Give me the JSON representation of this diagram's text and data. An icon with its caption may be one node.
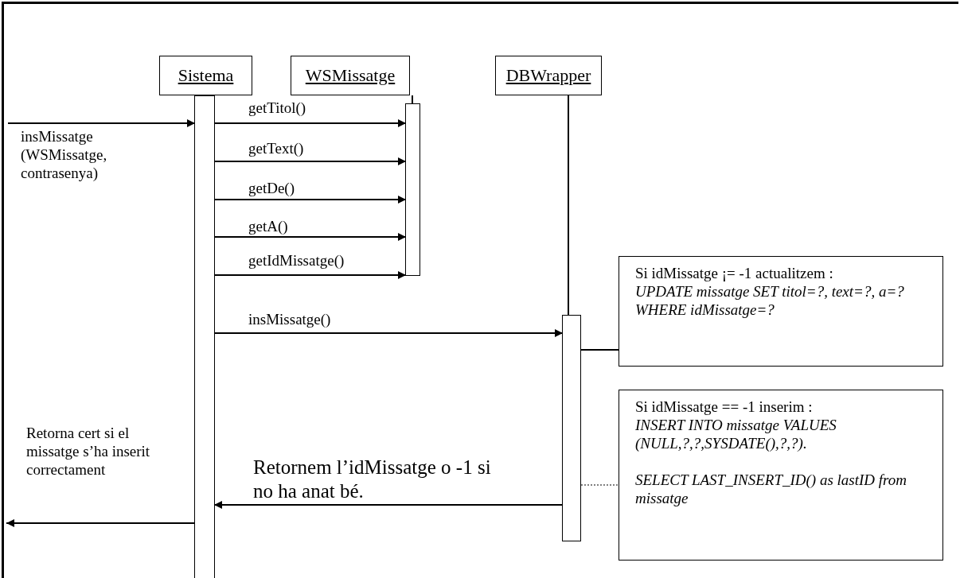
{
  "diagram": {
    "nodes": [
      {
        "text": [
          "Sistema"
        ]
      },
      {
        "text": [
          "WSMissatge"
        ]
      },
      {
        "text": [
          "DBWrapper"
        ]
      },
      {
        "text": [],
        "shape": "bar"
      },
      {
        "text": [],
        "shape": "bar"
      },
      {
        "text": [],
        "shape": "bar"
      },
      {
        "text": [
          "Si idMissatge ¡= -1 actualitzem :",
          "UPDATE missatge SET titol=?, text=?, a=? WHERE idMissatge=?"
        ]
      },
      {
        "text": [
          "Si idMissatge == -1 inserim :",
          "INSERT INTO missatge VALUES (NULL,?,?,SYSDATE(),?,?).",
          "SELECT LAST_INSERT_ID() as lastID from missatge"
        ]
      }
    ],
    "edges": [
      {
        "from": 1,
        "to": 4,
        "arrow": "none"
      },
      {
        "from": 2,
        "to": 5,
        "arrow": "none"
      },
      {
        "from": null,
        "to": 3,
        "arrow": "to",
        "label": "insMissatge (WSMissatge, contrasenya)"
      },
      {
        "from": 3,
        "to": 4,
        "arrow": "to",
        "label": "getTitol()"
      },
      {
        "from": 3,
        "to": 4,
        "arrow": "to",
        "label": "getText()"
      },
      {
        "from": 3,
        "to": 4,
        "arrow": "to",
        "label": "getDe()"
      },
      {
        "from": 3,
        "to": 4,
        "arrow": "to",
        "label": "getA()"
      },
      {
        "from": 3,
        "to": 4,
        "arrow": "to",
        "label": "getIdMissatge()"
      },
      {
        "from": 3,
        "to": 5,
        "arrow": "to",
        "label": "insMissatge()"
      },
      {
        "from": 5,
        "to": 3,
        "arrow": "to",
        "label": "Retornem l’idMissatge o -1 si no ha anat bé."
      },
      {
        "from": 3,
        "to": null,
        "arrow": "to",
        "label": "Retorna cert si el missatge s’ha inserit correctament"
      },
      {
        "from": 5,
        "to": 6,
        "arrow": "none"
      },
      {
        "from": 5,
        "to": 7,
        "arrow": "none",
        "style": "dashed"
      }
    ]
  }
}
